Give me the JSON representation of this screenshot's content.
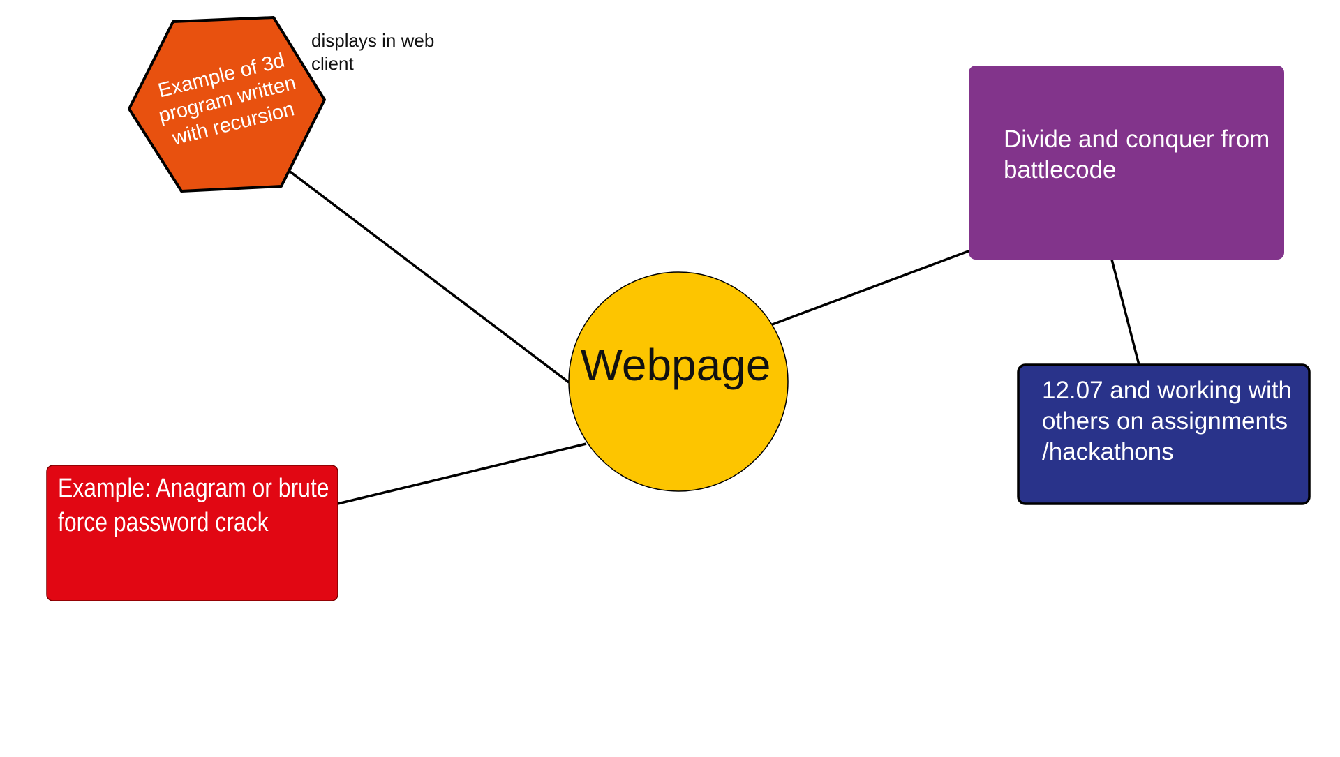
{
  "diagram": {
    "center": {
      "label": "Webpage",
      "color": "#FDC500"
    },
    "hexagon": {
      "label": "Example of 3d program written with recursion",
      "color": "#E8510F"
    },
    "note": {
      "label": "displays in web client"
    },
    "purple_box": {
      "label": "Divide and conquer from battlecode",
      "color": "#82348B"
    },
    "navy_box": {
      "label": "12.07 and working with others on assignments /hackathons",
      "color": "#29338A"
    },
    "red_box": {
      "label": "Example: Anagram or brute force password crack",
      "color": "#E10713"
    },
    "edges": [
      {
        "from": "center",
        "to": "hexagon"
      },
      {
        "from": "center",
        "to": "purple_box"
      },
      {
        "from": "purple_box",
        "to": "navy_box"
      },
      {
        "from": "center",
        "to": "red_box"
      }
    ]
  }
}
